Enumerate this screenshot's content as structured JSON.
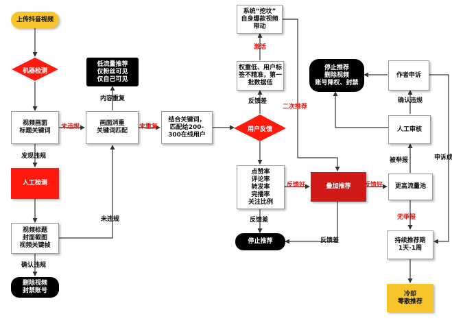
{
  "nodes": {
    "upload": "上传抖音视频",
    "machine_check": "机器检测",
    "video_keywords": "视频画面\n标题关键词",
    "manual_check": "人工检测",
    "video_title_cover": "视频标题\n封面截图\n视频关键帧",
    "delete_ban": "删除视频\n封禁账号",
    "low_traffic": "低流量推荐\n仅粉丝可见\n仅自己可见",
    "dedup_match": "画面消重\n关键词匹配",
    "combine_keywords": "结合关键词，\n匹配给200-\n300在线用户",
    "user_feedback": "用户反馈",
    "system_dig": "系统“挖坟”\n自身爆款视频\n带动",
    "low_weight": "权重低、用户标\n签不精准，第一\n批数据低",
    "metrics": "点赞率\n评论率\n转发率\n完播率\n关注比例",
    "stop_recommend": "停止推荐",
    "stack_recommend": "叠加推荐",
    "stop_delete": "停止推荐\n删除视频\n账号降权、封禁",
    "author_appeal": "作者申诉",
    "manual_review": "人工审核",
    "higher_pool": "更高流量池",
    "sustained": "持续推荐期\n1天-1周",
    "cooldown": "冷却\n零散推荐"
  },
  "labels": {
    "no_violation_1": "未违规",
    "violation_found": "发现违规",
    "confirm_violation": "确认违规",
    "no_violation_2": "未违规",
    "content_dup": "内容重复",
    "not_duplicate": "未重复",
    "activate": "激活",
    "feedback_bad_1": "反馈差",
    "second_recommend": "二次推荐",
    "feedback_good_1": "反馈好",
    "feedback_good_2": "反馈好",
    "feedback_bad_2": "反馈差",
    "feedback_bad_3": "反馈差",
    "reported": "被举报",
    "confirm_appeal": "确认违规",
    "appeal_pass": "申诉成功",
    "no_report": "无举报"
  },
  "colors": {
    "accent_red": "#ff1a0f",
    "label_red": "#e01b16",
    "gold": "#f7c52b",
    "black": "#000000"
  }
}
